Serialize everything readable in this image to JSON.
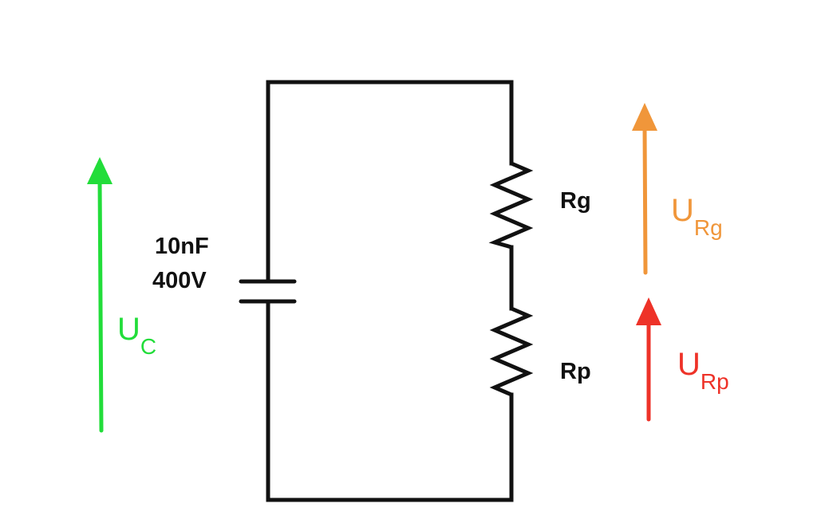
{
  "capacitor": {
    "capacitance": "10nF",
    "voltage": "400V"
  },
  "resistors": {
    "top": "Rg",
    "bottom": "Rp"
  },
  "voltages": {
    "uc": {
      "main": "U",
      "sub": "C",
      "color": "#22dd3a"
    },
    "urg": {
      "main": "U",
      "sub": "Rg",
      "color": "#f0963a"
    },
    "urp": {
      "main": "U",
      "sub": "Rp",
      "color": "#ee3228"
    }
  },
  "colors": {
    "wire": "#111111",
    "background": "#ffffff"
  }
}
